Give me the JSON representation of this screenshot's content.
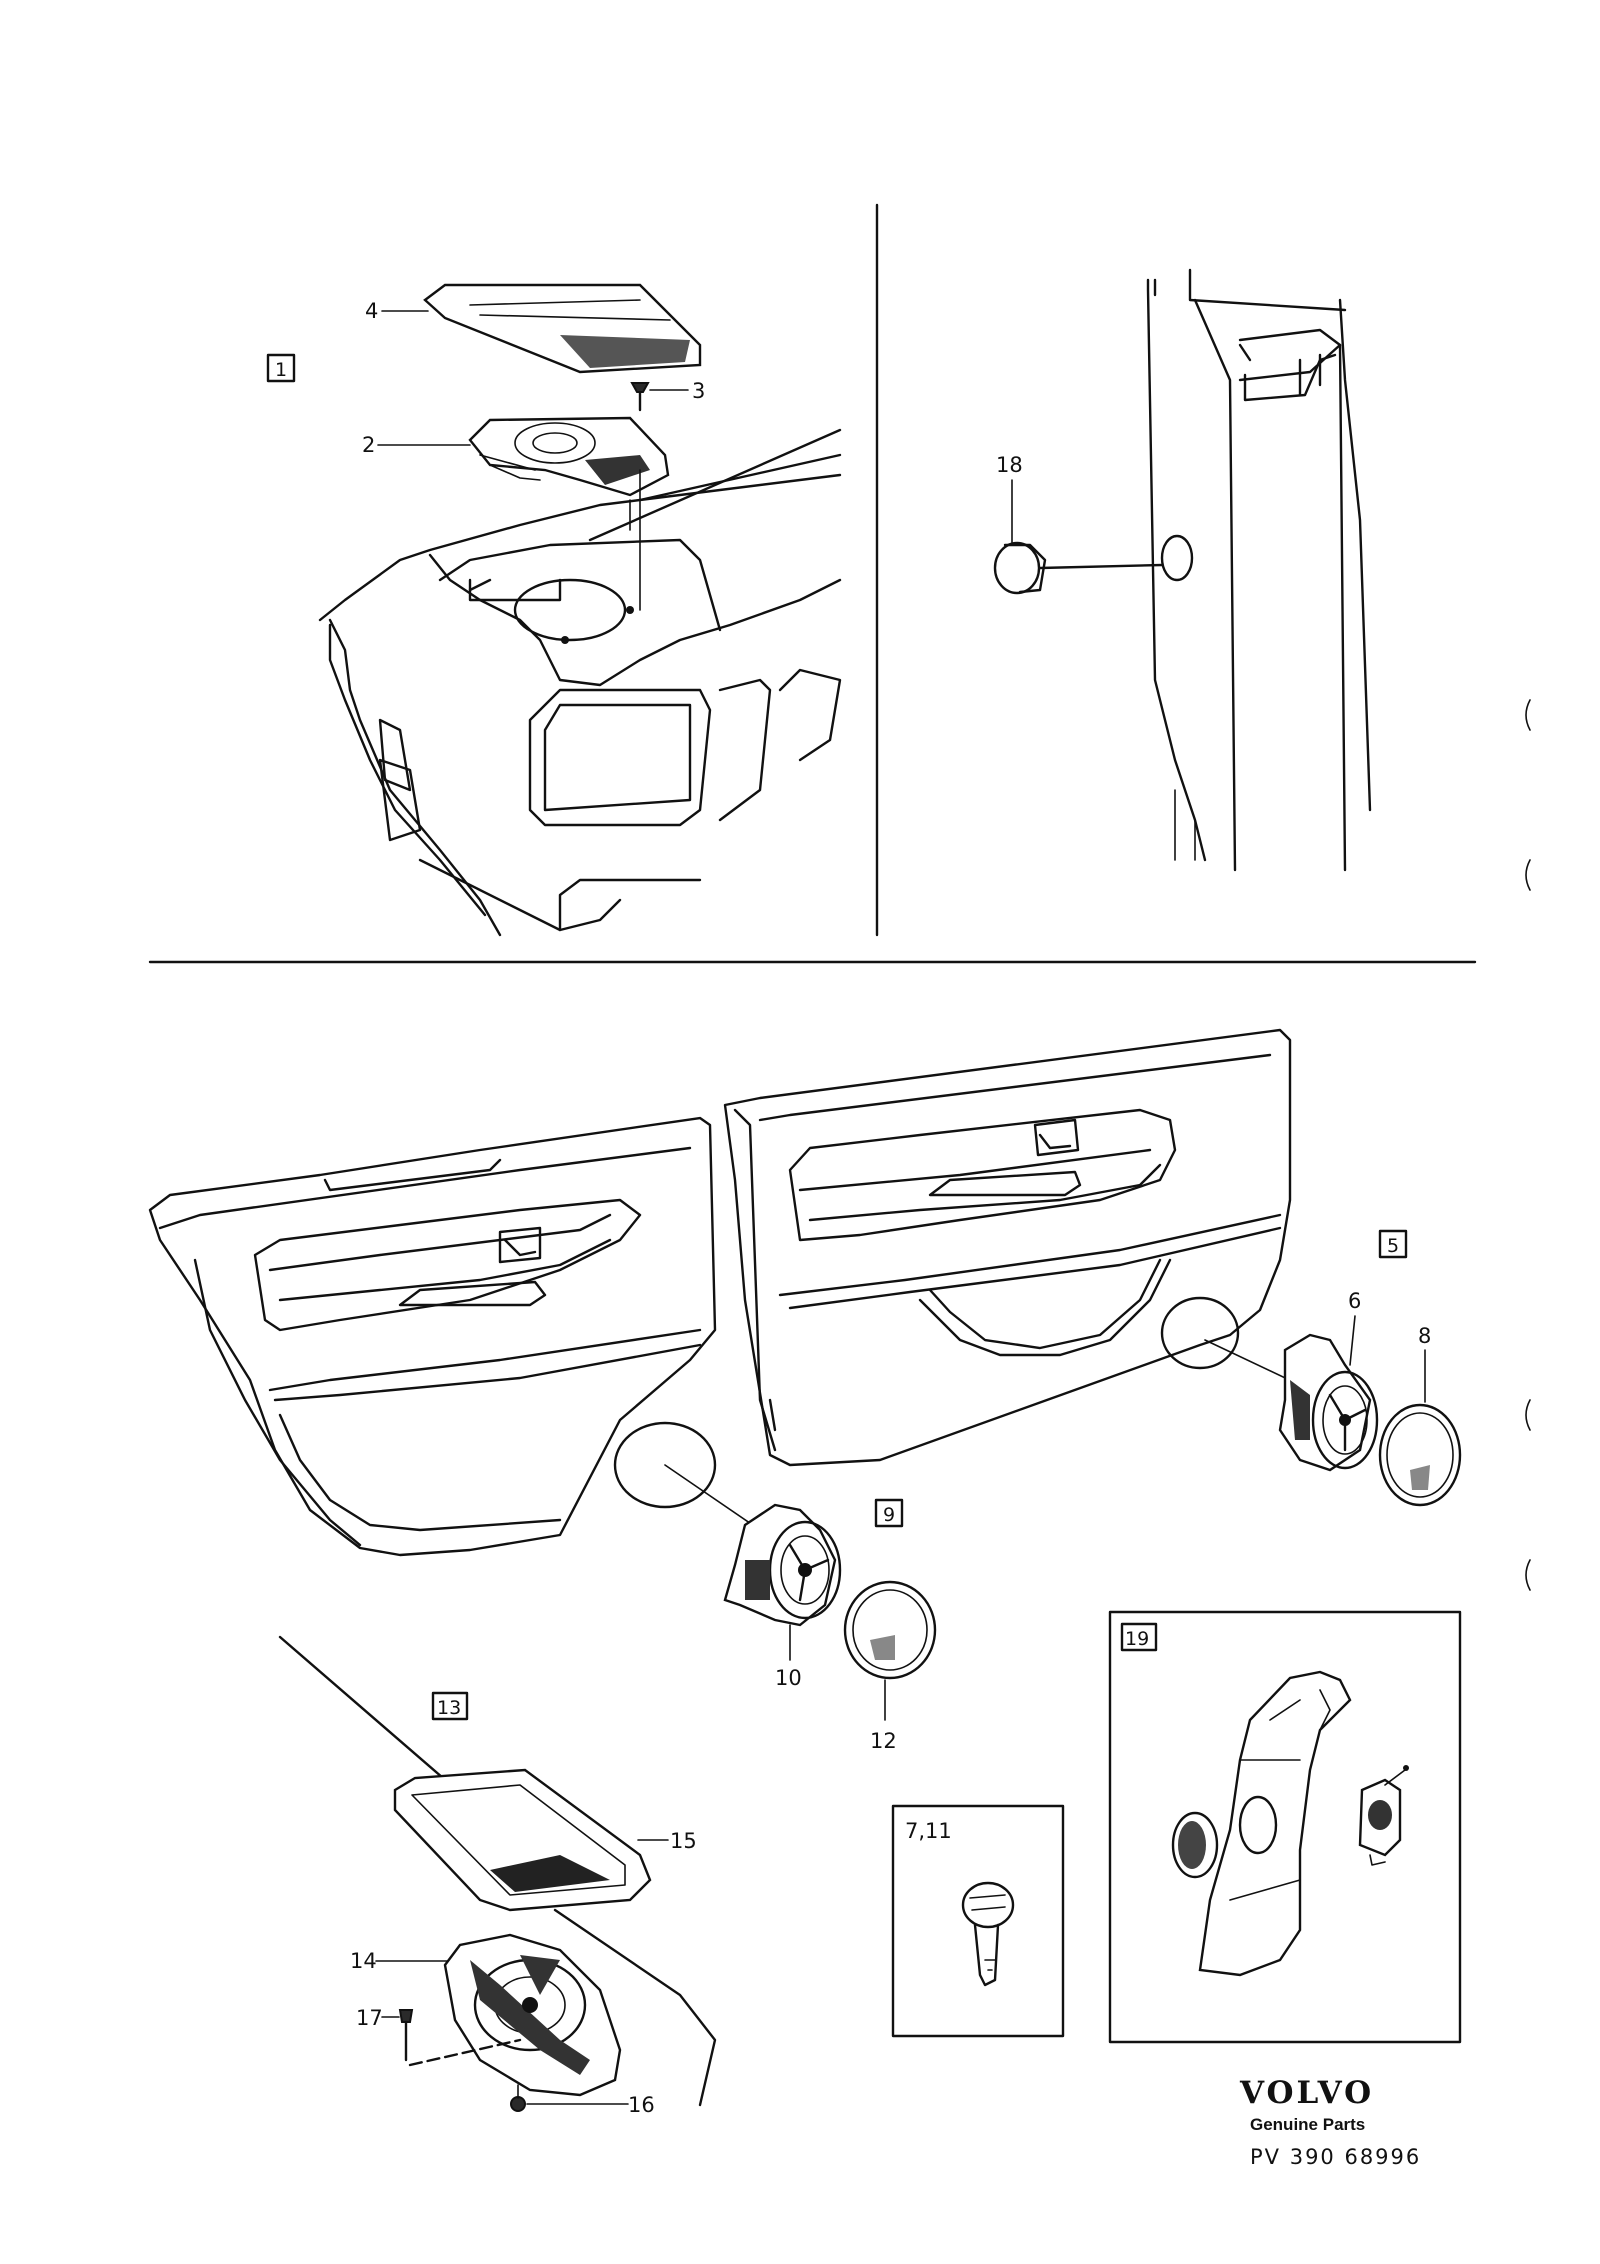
{
  "callouts": {
    "c1": "1",
    "c2": "2",
    "c3": "3",
    "c4": "4",
    "c5": "5",
    "c6": "6",
    "c8": "8",
    "c9": "9",
    "c10": "10",
    "c12": "12",
    "c13": "13",
    "c14": "14",
    "c15": "15",
    "c16": "16",
    "c17": "17",
    "c18": "18",
    "c19": "19",
    "c7_11": "7,11"
  },
  "footer": {
    "brand": "VOLVO",
    "subtitle": "Genuine Parts",
    "pv_number": "PV 390 68996"
  },
  "colors": {
    "ink": "#111111",
    "paper": "#ffffff"
  }
}
